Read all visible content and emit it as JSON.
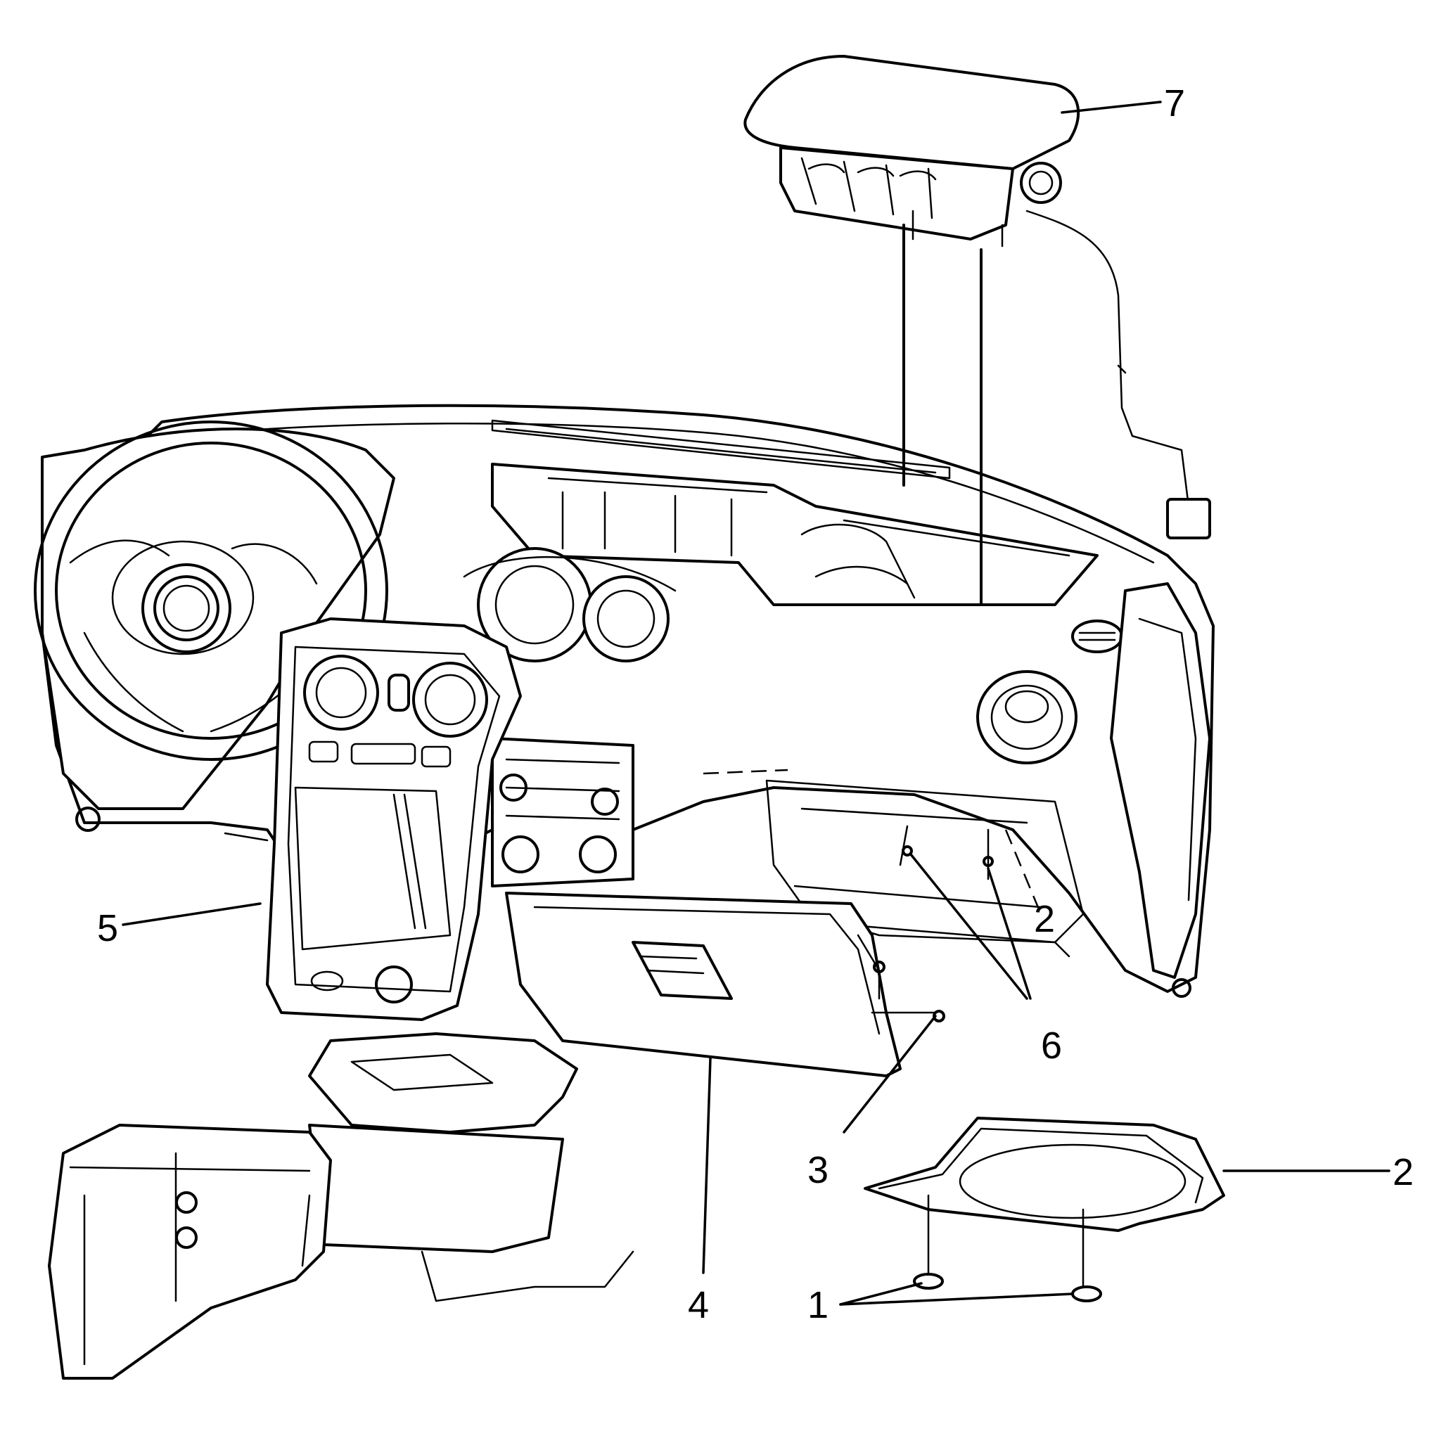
{
  "callouts": [
    {
      "id": "1",
      "label": "1"
    },
    {
      "id": "2",
      "label": "2"
    },
    {
      "id": "3",
      "label": "3"
    },
    {
      "id": "4",
      "label": "4"
    },
    {
      "id": "5",
      "label": "5"
    },
    {
      "id": "6",
      "label": "6"
    },
    {
      "id": "7",
      "label": "7"
    }
  ],
  "parts_shown": [
    "instrument-panel",
    "steering-wheel",
    "center-trim-bezel",
    "glove-box",
    "speaker-cover",
    "airbag-module",
    "console",
    "fasteners"
  ]
}
